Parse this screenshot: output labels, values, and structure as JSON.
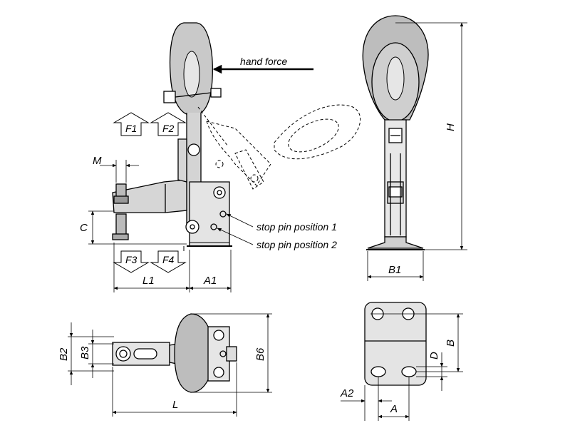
{
  "annotations": {
    "hand_force": "hand force",
    "stop_pin_1": "stop pin position 1",
    "stop_pin_2": "stop pin position 2"
  },
  "force_arrows": {
    "up": [
      "F1",
      "F2"
    ],
    "down": [
      "F3",
      "F4"
    ]
  },
  "dimensions": {
    "M": "M",
    "C": "C",
    "L1": "L1",
    "A1": "A1",
    "B1": "B1",
    "H": "H",
    "B2": "B2",
    "B3": "B3",
    "B6": "B6",
    "L": "L",
    "A2": "A2",
    "A": "A",
    "B": "B",
    "D": "D"
  }
}
